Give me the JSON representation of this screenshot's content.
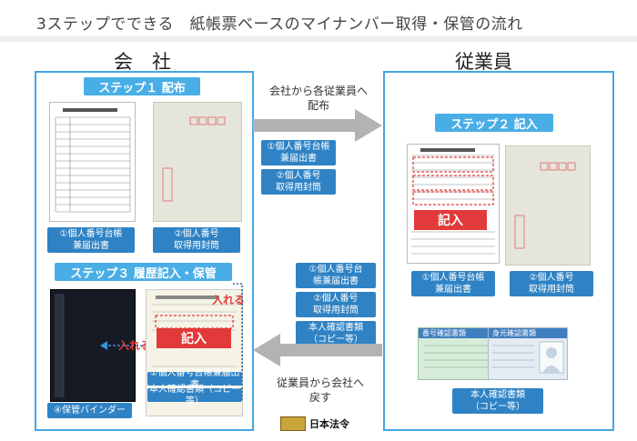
{
  "title": "3ステップでできる　紙帳票ベースのマイナンバー取得・保管の流れ",
  "company": {
    "heading": "会　社",
    "step1": "ステップ１ 配布",
    "step1_doc_label": "①個人番号台帳\n兼届出書",
    "step1_env_label": "②個人番号\n取得用封筒",
    "step3": "ステップ３ 履歴記入・保管",
    "binder_label": "④保管バインダー",
    "insert_left": "入れる",
    "insert_right": "入れる",
    "record_label": "記入",
    "doc_label": "①個人番号台帳兼届出書",
    "copy_label": "本人確認書類（コピー等）"
  },
  "employee": {
    "heading": "従業員",
    "step2": "ステップ２ 記入",
    "record_label": "記入",
    "doc_label": "①個人番号台帳\n兼届出書",
    "env_label": "②個人番号\n取得用封筒",
    "id_card_1": "番号確認書類",
    "id_card_2": "身元確認書類",
    "id_label": "本人確認書類\n（コピー等）"
  },
  "flow": {
    "to_employee_text": "会社から各従業員へ\n配布",
    "to_employee_item1": "①個人番号台帳\n兼届出書",
    "to_employee_item2": "②個人番号\n取得用封筒",
    "to_company_item1": "①個人番号台\n帳兼届出書",
    "to_company_item2": "②個人番号\n取得用封筒",
    "to_company_item3": "本人確認書類\n（コピー等）",
    "to_company_text": "従業員から会社へ\n戻す"
  },
  "logo": "日本法令",
  "colors": {
    "panel_border": "#45a7e0",
    "step_banner": "#4aaee6",
    "label_blue": "#2f83c5",
    "accent_red": "#e23a3a",
    "arrow_gray": "#b3b3b3"
  }
}
